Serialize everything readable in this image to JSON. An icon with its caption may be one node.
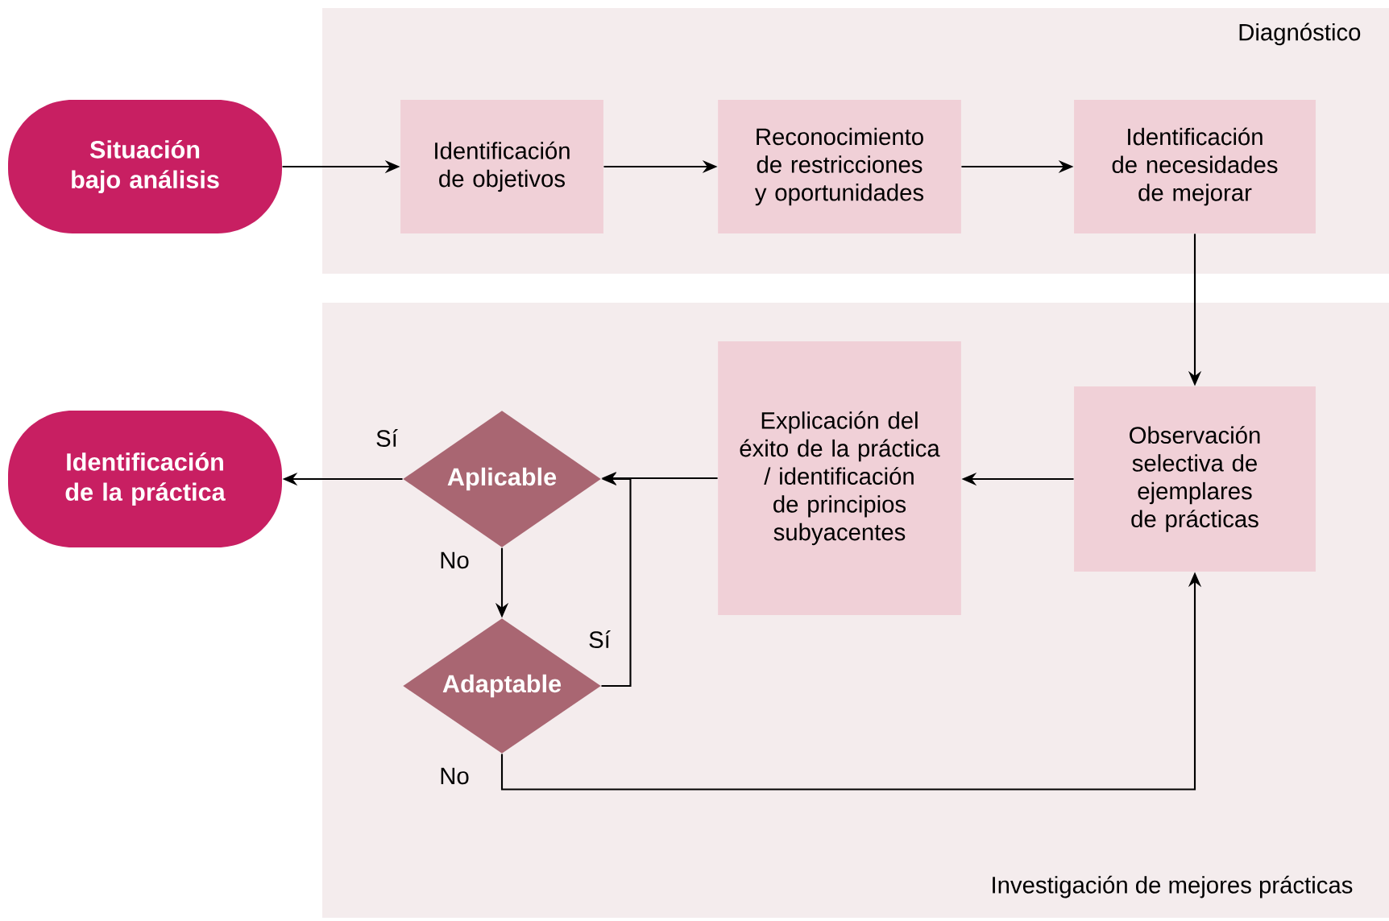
{
  "diagram": {
    "nodes": [
      {
        "text": [
          "Diagnóstico"
        ]
      },
      {
        "text": [
          "Investigación de mejores prácticas"
        ]
      },
      {
        "text": [
          "Situación bajo análisis"
        ]
      },
      {
        "text": [
          "Identificación de objetivos"
        ],
        "in": 0
      },
      {
        "text": [
          "Reconocimiento de restricciones y oportunidades"
        ],
        "in": 0
      },
      {
        "text": [
          "Identificación de necesidades de mejorar"
        ],
        "in": 0
      },
      {
        "text": [
          "Observación selectiva de ejemplares de prácticas"
        ],
        "in": 1
      },
      {
        "text": [
          "Explicación del éxito de la práctica / identificación de principios subyacentes"
        ],
        "in": 1
      },
      {
        "text": [
          "Aplicable"
        ],
        "in": 1
      },
      {
        "text": [
          "Adaptable"
        ],
        "in": 1
      },
      {
        "text": [
          "Identificación de la práctica"
        ]
      }
    ],
    "edges": [
      {
        "from": 2,
        "to": 3,
        "arrow": "to"
      },
      {
        "from": 3,
        "to": 4,
        "arrow": "to"
      },
      {
        "from": 4,
        "to": 5,
        "arrow": "to"
      },
      {
        "from": 5,
        "to": 6,
        "arrow": "to"
      },
      {
        "from": 6,
        "to": 7,
        "arrow": "to"
      },
      {
        "from": 7,
        "to": 8,
        "arrow": "to"
      },
      {
        "from": 8,
        "to": 10,
        "arrow": "to",
        "label": "Sí"
      },
      {
        "from": 8,
        "to": 9,
        "arrow": "to",
        "label": "No"
      },
      {
        "from": 9,
        "to": 8,
        "arrow": "to",
        "label": "Sí"
      },
      {
        "from": 9,
        "to": 6,
        "arrow": "to",
        "label": "No"
      }
    ]
  }
}
